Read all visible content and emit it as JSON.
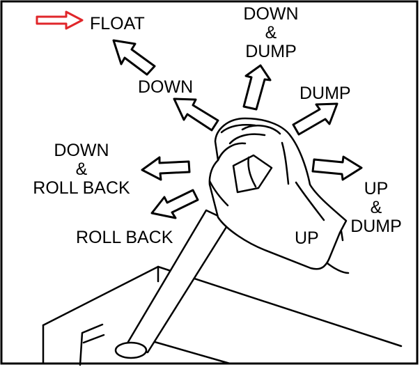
{
  "colors": {
    "highlight": "#e0262a",
    "ink": "#000000",
    "background": "#ffffff"
  },
  "labels": {
    "float": "FLOAT",
    "down_dump": [
      "DOWN",
      "&",
      "DUMP"
    ],
    "down": "DOWN",
    "dump": "DUMP",
    "down_roll_back": [
      "DOWN",
      "&",
      "ROLL BACK"
    ],
    "up_dump": [
      "UP",
      "&",
      "DUMP"
    ],
    "roll_back": "ROLL BACK",
    "up": "UP"
  }
}
